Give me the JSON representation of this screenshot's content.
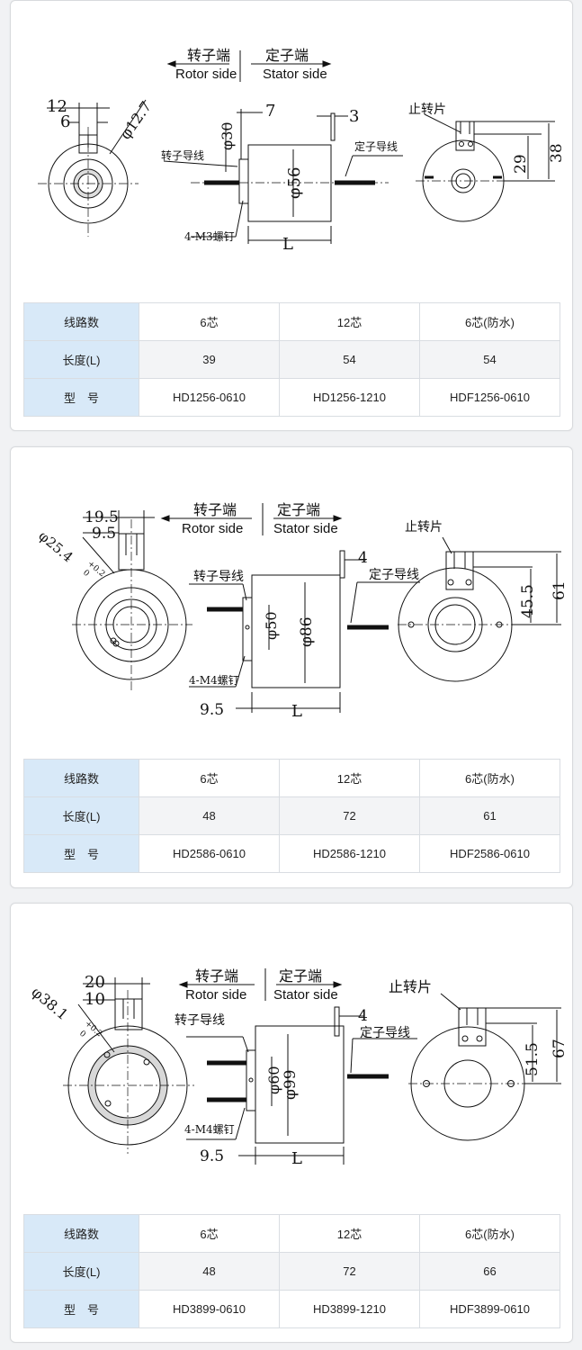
{
  "labels": {
    "rotor_cn": "转子端",
    "rotor_en": "Rotor side",
    "stator_cn": "定子端",
    "stator_en": "Stator side",
    "rotor_lead": "转子导线",
    "stator_lead": "定子导线",
    "stop_tab": "止转片"
  },
  "sections": [
    {
      "dims": {
        "slot_outer": "12",
        "slot_inner": "6",
        "bore": "φ12.7",
        "flange": "φ30",
        "flange_width": "7",
        "tab_width": "3",
        "body": "φ56",
        "screws": "4-M3螺钉",
        "length": "L",
        "tab_center": "29",
        "tab_top": "38"
      },
      "table": {
        "header_labels": [
          "线路数",
          "长度(L)",
          "型　号"
        ],
        "rows": [
          [
            "6芯",
            "12芯",
            "6芯(防水)"
          ],
          [
            "39",
            "54",
            "54"
          ],
          [
            "HD1256-0610",
            "HD1256-1210",
            "HDF1256-0610"
          ]
        ]
      }
    },
    {
      "dims": {
        "slot_outer": "19.5",
        "slot_inner": "9.5",
        "bore": "φ25.4",
        "bore_tol_upper": "+0.2",
        "bore_tol_lower": "0",
        "flange": "φ50",
        "flange_offset": "9.5",
        "tab_width": "4",
        "body": "φ86",
        "screws": "4-M4螺钉",
        "length": "L",
        "tab_center": "45.5",
        "tab_top": "61"
      },
      "table": {
        "header_labels": [
          "线路数",
          "长度(L)",
          "型　号"
        ],
        "rows": [
          [
            "6芯",
            "12芯",
            "6芯(防水)"
          ],
          [
            "48",
            "72",
            "61"
          ],
          [
            "HD2586-0610",
            "HD2586-1210",
            "HDF2586-0610"
          ]
        ]
      }
    },
    {
      "dims": {
        "slot_outer": "20",
        "slot_inner": "10",
        "bore": "φ38.1",
        "bore_tol_upper": "+0.2",
        "bore_tol_lower": "0",
        "flange": "φ60",
        "flange_offset": "9.5",
        "tab_width": "4",
        "body": "φ99",
        "screws": "4-M4螺钉",
        "length": "L",
        "tab_center": "51.5",
        "tab_top": "67"
      },
      "table": {
        "header_labels": [
          "线路数",
          "长度(L)",
          "型　号"
        ],
        "rows": [
          [
            "6芯",
            "12芯",
            "6芯(防水)"
          ],
          [
            "48",
            "72",
            "66"
          ],
          [
            "HD3899-0610",
            "HD3899-1210",
            "HDF3899-0610"
          ]
        ]
      }
    }
  ]
}
